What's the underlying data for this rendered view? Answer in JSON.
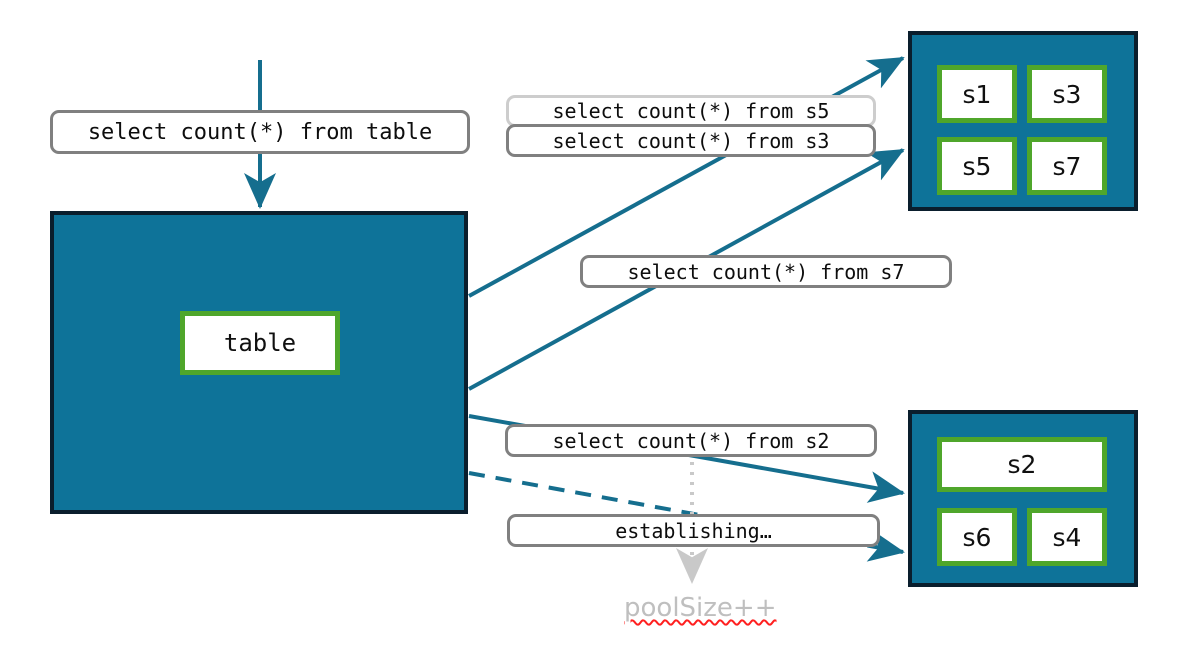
{
  "diagram": {
    "title": "connection pool select-count diagram",
    "colors": {
      "teal": "#0E7399",
      "navy": "#0A1E2D",
      "green": "#4FA62B",
      "gray_border": "#808080",
      "light_gray_border": "#CDCDCD",
      "arrow": "#156E8E",
      "ghost_text": "#BFBFBF",
      "spell_underline": "#FF2020"
    },
    "source": {
      "query_label": "select count(*) from table",
      "box_label": "table"
    },
    "pools": [
      {
        "name": "pool-top",
        "nodes": [
          "s1",
          "s3",
          "s5",
          "s7"
        ]
      },
      {
        "name": "pool-bottom",
        "nodes": [
          "s2",
          "s6",
          "s4"
        ]
      }
    ],
    "edge_labels": [
      {
        "name": "label-s5",
        "text": "select count(*) from s5"
      },
      {
        "name": "label-s3",
        "text": "select count(*) from s3"
      },
      {
        "name": "label-s7",
        "text": "select count(*) from s7"
      },
      {
        "name": "label-s2",
        "text": "select count(*) from s2"
      },
      {
        "name": "label-establishing",
        "text": "establishing…"
      }
    ],
    "annotation": {
      "text": "poolSize++"
    }
  }
}
